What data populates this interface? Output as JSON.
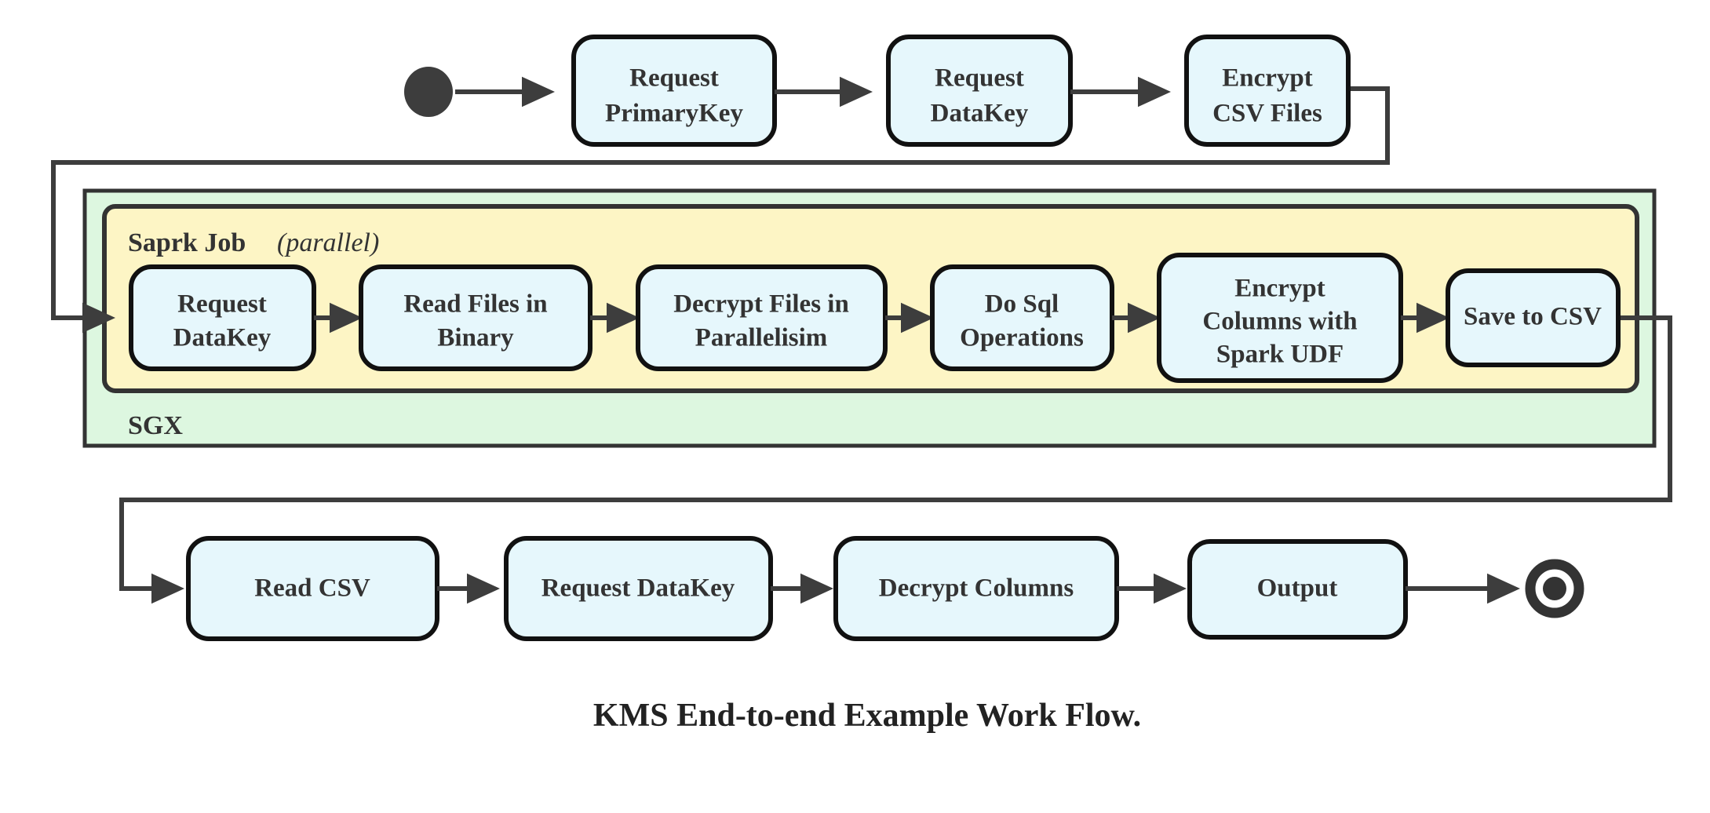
{
  "diagram": {
    "caption": "KMS End-to-end Example Work Flow.",
    "colors": {
      "node_fill": "#e6f7fc",
      "node_stroke": "#111111",
      "sgx_fill": "#ddf7e0",
      "spark_fill": "#fdf5c5",
      "edge": "#3d3d3d",
      "text": "#333333"
    },
    "start_node": "start-node",
    "end_node": "end-node",
    "groups": {
      "sgx": {
        "label": "SGX"
      },
      "spark": {
        "label_bold": "Saprk Job",
        "label_italic": "(parallel)"
      }
    },
    "rows": {
      "top": [
        {
          "id": "request-primarykey",
          "line1": "Request",
          "line2": "PrimaryKey"
        },
        {
          "id": "request-datakey-top",
          "line1": "Request",
          "line2": "DataKey"
        },
        {
          "id": "encrypt-csv-files",
          "line1": "Encrypt",
          "line2": "CSV Files"
        }
      ],
      "spark": [
        {
          "id": "request-datakey-spark",
          "line1": "Request",
          "line2": "DataKey",
          "line3": ""
        },
        {
          "id": "read-files-in-binary",
          "line1": "Read Files in",
          "line2": "Binary",
          "line3": ""
        },
        {
          "id": "decrypt-files-in-parallelisim",
          "line1": "Decrypt Files in",
          "line2": "Parallelisim",
          "line3": ""
        },
        {
          "id": "do-sql-operations",
          "line1": "Do Sql",
          "line2": "Operations",
          "line3": ""
        },
        {
          "id": "encrypt-columns-with-spark-udf",
          "line1": "Encrypt",
          "line2": "Columns with",
          "line3": "Spark UDF"
        },
        {
          "id": "save-to-csv",
          "line1": "Save to CSV",
          "line2": "",
          "line3": ""
        }
      ],
      "bottom": [
        {
          "id": "read-csv",
          "line1": "Read CSV",
          "line2": ""
        },
        {
          "id": "request-datakey-bottom",
          "line1": "Request DataKey",
          "line2": ""
        },
        {
          "id": "decrypt-columns",
          "line1": "Decrypt Columns",
          "line2": ""
        },
        {
          "id": "output",
          "line1": "Output",
          "line2": ""
        }
      ]
    }
  }
}
